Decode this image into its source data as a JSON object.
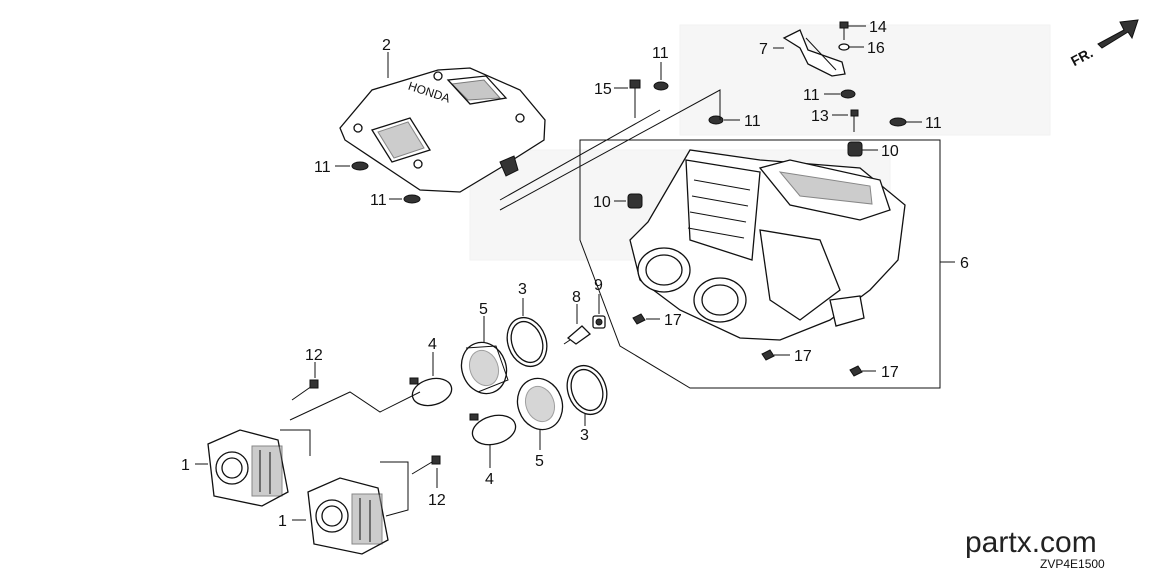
{
  "diagram": {
    "callouts": [
      {
        "id": "c-2a",
        "text": "2"
      },
      {
        "id": "c-11a",
        "text": "11"
      },
      {
        "id": "c-11b",
        "text": "11"
      },
      {
        "id": "c-11c",
        "text": "11"
      },
      {
        "id": "c-15",
        "text": "15"
      },
      {
        "id": "c-11d",
        "text": "11"
      },
      {
        "id": "c-7",
        "text": "7"
      },
      {
        "id": "c-14",
        "text": "14"
      },
      {
        "id": "c-16",
        "text": "16"
      },
      {
        "id": "c-11e",
        "text": "11"
      },
      {
        "id": "c-13",
        "text": "13"
      },
      {
        "id": "c-11f",
        "text": "11"
      },
      {
        "id": "c-10a",
        "text": "10"
      },
      {
        "id": "c-10b",
        "text": "10"
      },
      {
        "id": "c-6",
        "text": "6"
      },
      {
        "id": "c-17a",
        "text": "17"
      },
      {
        "id": "c-17b",
        "text": "17"
      },
      {
        "id": "c-17c",
        "text": "17"
      },
      {
        "id": "c-3a",
        "text": "3"
      },
      {
        "id": "c-8",
        "text": "8"
      },
      {
        "id": "c-9",
        "text": "9"
      },
      {
        "id": "c-5a",
        "text": "5"
      },
      {
        "id": "c-4a",
        "text": "4"
      },
      {
        "id": "c-12a",
        "text": "12"
      },
      {
        "id": "c-3b",
        "text": "3"
      },
      {
        "id": "c-4b",
        "text": "4"
      },
      {
        "id": "c-5b",
        "text": "5"
      },
      {
        "id": "c-1a",
        "text": "1"
      },
      {
        "id": "c-12b",
        "text": "12"
      },
      {
        "id": "c-1b",
        "text": "1"
      }
    ],
    "front_arrow_label": "FR.",
    "cover_logo_text": "HONDA",
    "watermark_text": "partx.com",
    "diagram_code": "ZVP4E1500"
  }
}
